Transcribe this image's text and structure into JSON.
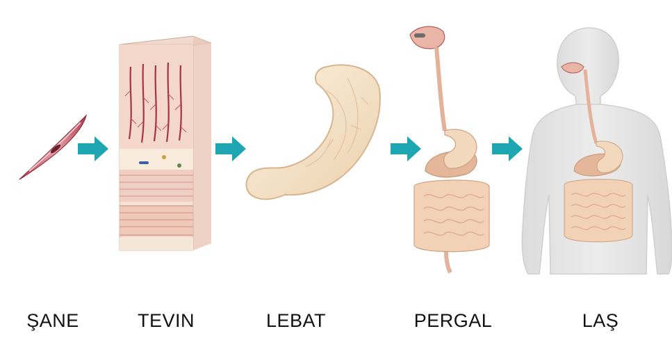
{
  "stages": [
    {
      "label": "ŞANE",
      "illustration": "muscle-cell-icon"
    },
    {
      "label": "TEVIN",
      "illustration": "tissue-block-icon"
    },
    {
      "label": "LEBAT",
      "illustration": "stomach-organ-icon"
    },
    {
      "label": "PERGAL",
      "illustration": "digestive-system-icon"
    },
    {
      "label": "LAŞ",
      "illustration": "human-body-icon"
    }
  ],
  "colors": {
    "arrow": "#1fa6b3",
    "tissue_red": "#a8323f",
    "organ_fill": "#f5dfc4",
    "organ_stroke": "#d8b48f",
    "body_fill": "#e3e3e3"
  }
}
